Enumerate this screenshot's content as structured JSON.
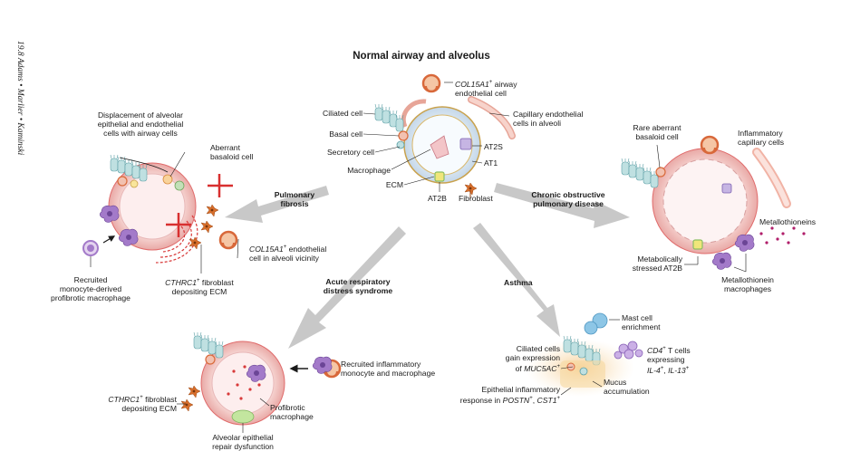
{
  "page": {
    "running_head": "19.8    Adams • Marlier • Kaminski",
    "title": "Normal airway and alveolus"
  },
  "center": {
    "ciliated": "Ciliated cell",
    "basal": "Basal cell",
    "secretory": "Secretory cell",
    "macrophage": "Macrophage",
    "ecm": "ECM",
    "at2b": "AT2B",
    "fibroblast": "Fibroblast",
    "at2s": "AT2S",
    "at1": "AT1",
    "col15_italic": "COL15A1",
    "col15_sup": "+",
    "col15_rest": " airway",
    "col15_line2": "endothelial cell",
    "cap_line1": "Capillary endothelial",
    "cap_line2": "cells in alveoli"
  },
  "arrows": {
    "pf_line1": "Pulmonary",
    "pf_line2": "fibrosis",
    "copd_line1": "Chronic obstructive",
    "copd_line2": "pulmonary disease",
    "ards_line1": "Acute respiratory",
    "ards_line2": "distress syndrome",
    "asthma": "Asthma"
  },
  "pf": {
    "displacement_1": "Displacement of alveolar",
    "displacement_2": "epithelial and endothelial",
    "displacement_3": "cells with airway cells",
    "aberrant_1": "Aberrant",
    "aberrant_2": "basaloid cell",
    "col15_italic": "COL15A1",
    "col15_sup": "+",
    "col15_rest": " endothelial",
    "col15_line2": "cell in alveoli vicinity",
    "cthrc_italic": "CTHRC1",
    "cthrc_sup": "+",
    "cthrc_rest": " fibroblast",
    "cthrc_line2": "depositing ECM",
    "recruited_1": "Recruited",
    "recruited_2": "monocyte-derived",
    "recruited_3": "profibrotic macrophage"
  },
  "copd": {
    "rare_1": "Rare aberrant",
    "rare_2": "basaloid cell",
    "infl_1": "Inflammatory",
    "infl_2": "capillary cells",
    "mt": "Metallothioneins",
    "stressed_1": "Metabolically",
    "stressed_2": "stressed AT2B",
    "mtmac_1": "Metallothionein",
    "mtmac_2": "macrophages"
  },
  "ards": {
    "recruited_1": "Recruited inflammatory",
    "recruited_2": "monocyte and macrophage",
    "cthrc_italic": "CTHRC1",
    "cthrc_sup": "+",
    "cthrc_rest": " fibroblast",
    "cthrc_line2": "depositing ECM",
    "profib_1": "Profibrotic",
    "profib_2": "macrophage",
    "repair_1": "Alveolar epithelial",
    "repair_2": "repair dysfunction"
  },
  "asthma": {
    "mast_1": "Mast cell",
    "mast_2": "enrichment",
    "cd4_italic": "CD4",
    "cd4_sup": "+",
    "cd4_rest": " T cells",
    "cd4_line2": "expressing",
    "cd4_il4": "IL-4",
    "cd4_il4_sup": "+",
    "cd4_comma": ", ",
    "cd4_il13": "IL-13",
    "cd4_il13_sup": "+",
    "cil_1": "Ciliated cells",
    "cil_2": "gain expression",
    "cil_3_pre": "of ",
    "cil_3_it": "MUC5AC",
    "cil_3_sup": "+",
    "mucus_1": "Mucus",
    "mucus_2": "accumulation",
    "epi_1": "Epithelial inflammatory",
    "epi_2_pre": "response in ",
    "epi_2_it1": "POSTN",
    "epi_2_sup1": "+",
    "epi_2_sep": ", ",
    "epi_2_it2": "CST1",
    "epi_2_sup2": "+"
  }
}
